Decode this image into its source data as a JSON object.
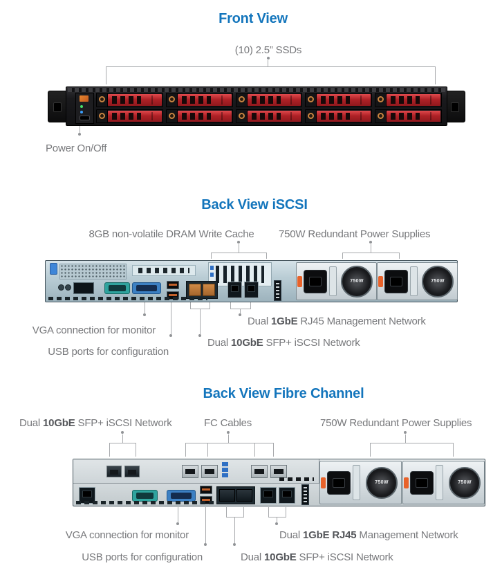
{
  "colors": {
    "title_blue": "#1375bc",
    "label_gray": "#77787b",
    "label_bold_gray": "#54565a",
    "callout_gray": "#a7a9ac",
    "drive_red": "#b02227"
  },
  "sections": {
    "front": {
      "title": "Front View",
      "ssd_label": "(10) 2.5” SSDs",
      "ssd_count": 10,
      "power_label": "Power On/Off"
    },
    "iscsi": {
      "title": "Back View iSCSI",
      "cache_label": "8GB non-volatile DRAM Write Cache",
      "psu_label": "750W Redundant Power Supplies",
      "vga_label": "VGA connection for monitor",
      "usb_label": "USB ports for configuration",
      "mgmt_label": {
        "prefix": "Dual ",
        "bold": "1GbE",
        "suffix": " RJ45 Management Network"
      },
      "sfp_label": {
        "prefix": "Dual ",
        "bold": "10GbE",
        "suffix": " SFP+ iSCSI Network"
      }
    },
    "fc": {
      "title": "Back View Fibre Channel",
      "sfp_top_label": {
        "prefix": "Dual ",
        "bold": "10GbE",
        "suffix": " SFP+ iSCSI Network"
      },
      "fc_cables_label": "FC Cables",
      "psu_label": "750W Redundant Power Supplies",
      "vga_label": "VGA connection for monitor",
      "usb_label": "USB ports for configuration",
      "mgmt_label": {
        "prefix": "Dual ",
        "bold": "1GbE RJ45",
        "suffix": " Management Network"
      },
      "sfp_bottom_label": {
        "prefix": "Dual ",
        "bold": "10GbE",
        "suffix": " SFP+ iSCSI Network"
      }
    },
    "psu_fan_label": "750W"
  }
}
